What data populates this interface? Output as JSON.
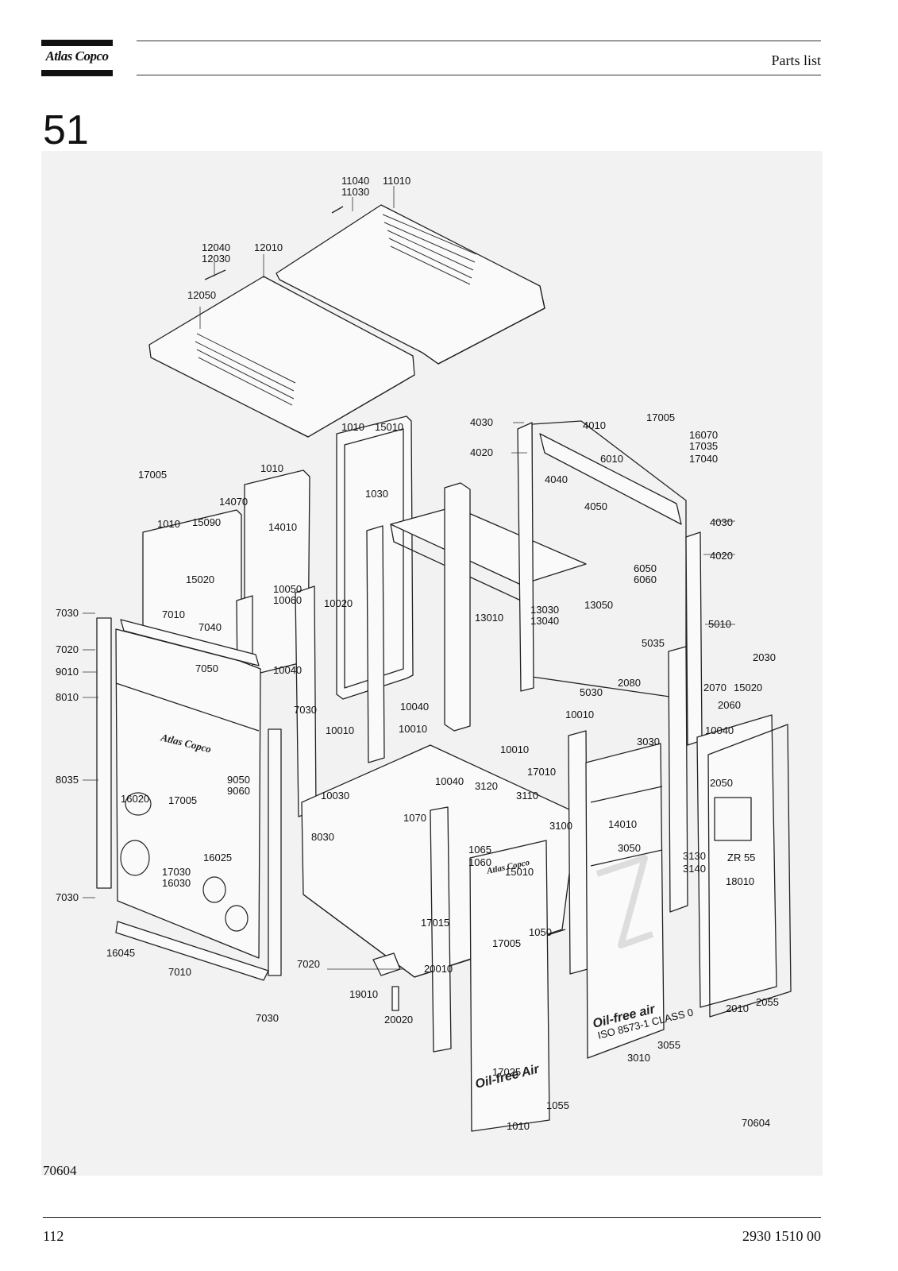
{
  "header": {
    "brand": "Atlas Copco",
    "title": "Parts list"
  },
  "section_number": "51",
  "figure": {
    "drawing_ref": "70604",
    "panel_texts": {
      "logo": "Atlas Copco",
      "oil_free_lower": "Oil-free Air",
      "oil_free_door": "Oil-free air",
      "iso_class": "ISO 8573-1 CLASS 0",
      "model": "ZR 55"
    },
    "callouts": [
      "11040",
      "11030",
      "11010",
      "12040",
      "12030",
      "12010",
      "12050",
      "1010",
      "15010",
      "1030",
      "4030",
      "4020",
      "4010",
      "6010",
      "4040",
      "4050",
      "17005",
      "16070",
      "17035",
      "17040",
      "17005",
      "1010",
      "14070",
      "15090",
      "14010",
      "1010",
      "15020",
      "10020",
      "10050",
      "10060",
      "7030",
      "7010",
      "7040",
      "7020",
      "9010",
      "7050",
      "10040",
      "8010",
      "7030",
      "10010",
      "10040",
      "10010",
      "9050",
      "9060",
      "10030",
      "8035",
      "16020",
      "17005",
      "16025",
      "17030",
      "16030",
      "7030",
      "16045",
      "7010",
      "7020",
      "7030",
      "8030",
      "10040",
      "3120",
      "17010",
      "3110",
      "1070",
      "3100",
      "1065",
      "1060",
      "15010",
      "17015",
      "20010",
      "19010",
      "20020",
      "17005",
      "1050",
      "17025",
      "1055",
      "1010",
      "13010",
      "13030",
      "13040",
      "13050",
      "4030",
      "6050",
      "6060",
      "4020",
      "5010",
      "5035",
      "5030",
      "2080",
      "2070",
      "15020",
      "2030",
      "2060",
      "10010",
      "10040",
      "3030",
      "10010",
      "14010",
      "3050",
      "3130",
      "3140",
      "2050",
      "18010",
      "2010",
      "2055",
      "3055",
      "3010",
      "70604"
    ]
  },
  "footer": {
    "drawing_ref": "70604",
    "page_number": "112",
    "doc_number": "2930 1510 00"
  }
}
